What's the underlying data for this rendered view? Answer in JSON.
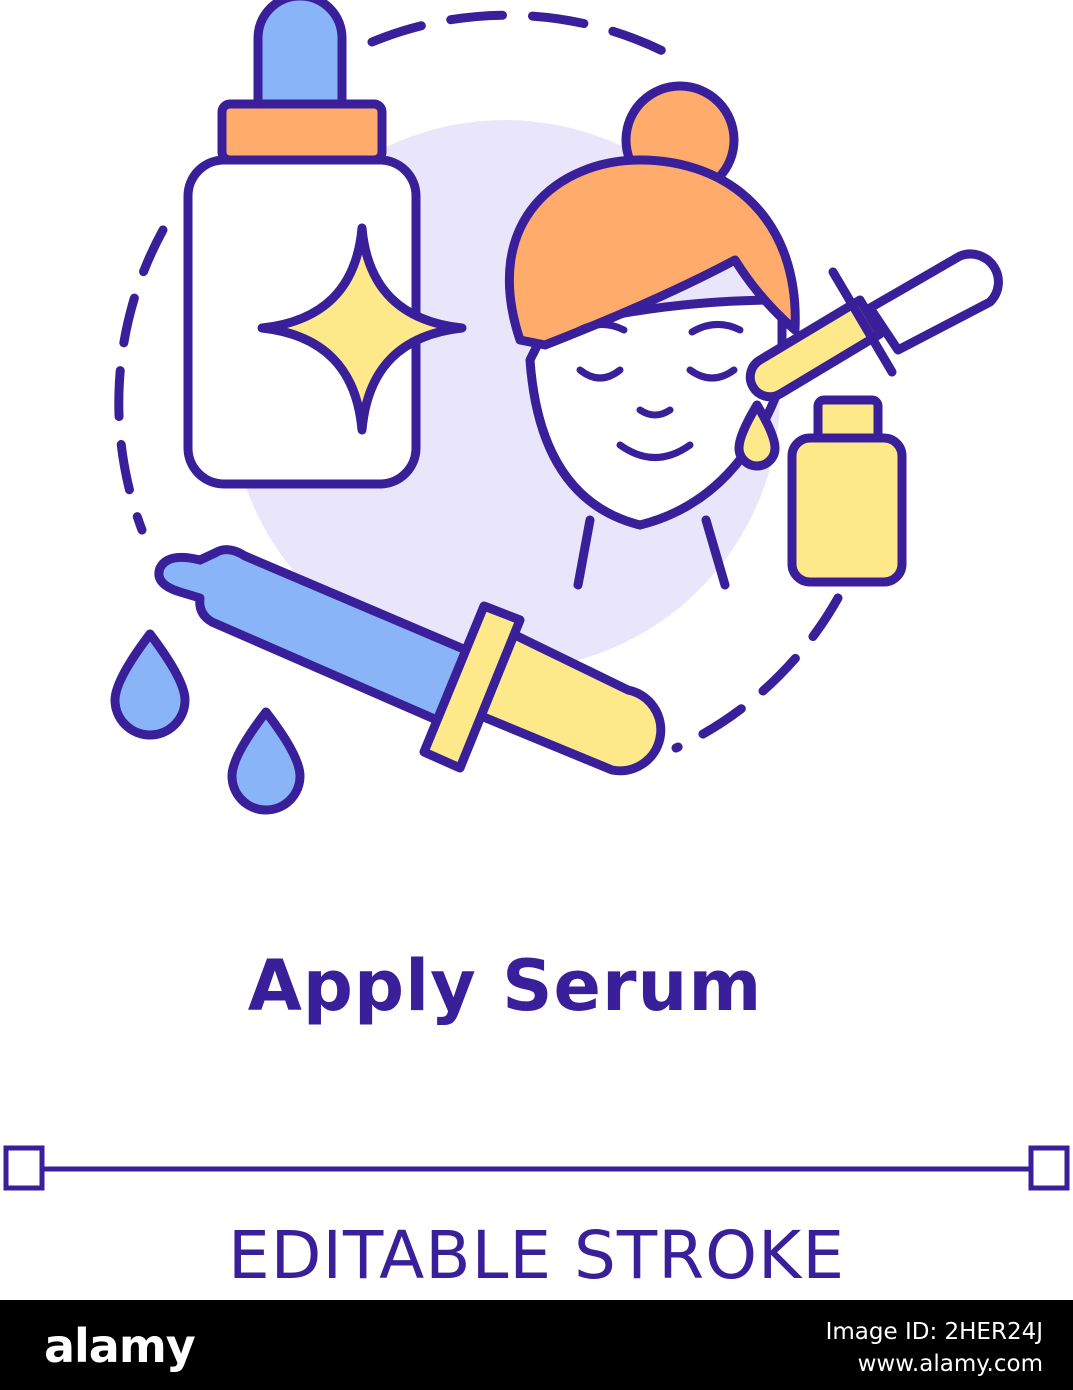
{
  "title": "Apply Serum",
  "caption": "EDITABLE STROKE",
  "footer": {
    "brand": "alamy",
    "image_id": "Image ID: 2HER24J",
    "url": "www.alamy.com"
  },
  "colors": {
    "outline": "#3a1f9a",
    "blue": "#8ab4f8",
    "orange": "#ffab6b",
    "yellow": "#fde98a",
    "lavender": "#e9e6fb",
    "white": "#ffffff",
    "footer": "#000000"
  },
  "icons": [
    "serum-bottle-icon",
    "sparkle-icon",
    "face-icon",
    "dropper-icon",
    "small-bottle-icon",
    "droplet-icon",
    "pipette-icon"
  ]
}
